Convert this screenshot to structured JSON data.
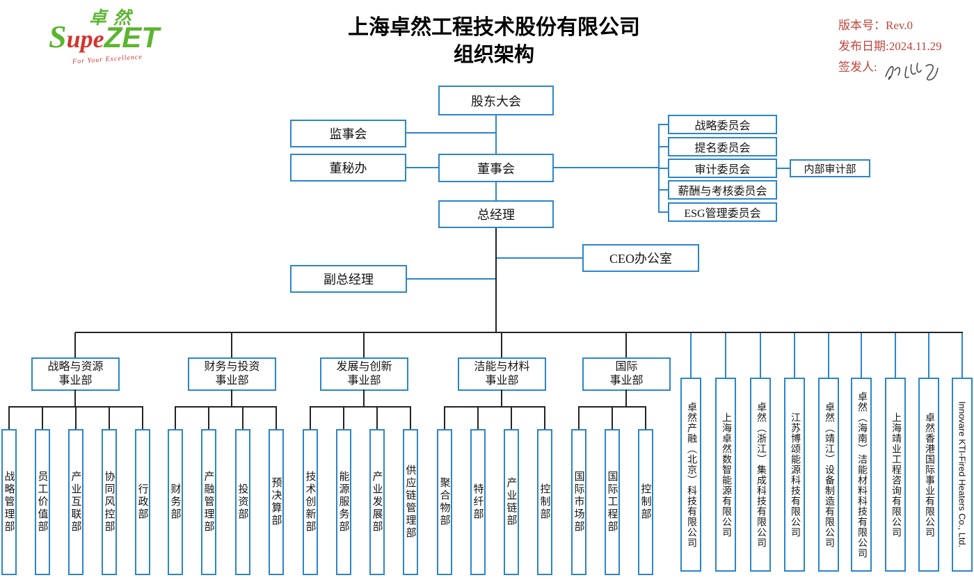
{
  "header": {
    "logo": {
      "cn": "卓然",
      "s": "S",
      "upe": "upe",
      "zet": "ZET",
      "tagline": "For Your Excellence"
    },
    "title_line1": "上海卓然工程技术股份有限公司",
    "title_line2": "组织架构",
    "meta": {
      "version": "版本号：Rev.0",
      "date": "发布日期:2024.11.29",
      "signer_label": "签发人:"
    }
  },
  "nodes": {
    "shareholders": "股东大会",
    "supervisory_board": "监事会",
    "board_secretary_office": "董秘办",
    "board": "董事会",
    "general_manager": "总经理",
    "committees": [
      "战略委员会",
      "提名委员会",
      "审计委员会",
      "薪酬与考核委员会",
      "ESG管理委员会"
    ],
    "internal_audit": "内部审计部",
    "ceo_office": "CEO办公室",
    "deputy_general_manager": "副总经理",
    "divisions": [
      {
        "line1": "战略与资源",
        "line2": "事业部",
        "departments": [
          "战略管理部",
          "员工价值部",
          "产业互联部",
          "协同风控部",
          "行政部"
        ]
      },
      {
        "line1": "财务与投资",
        "line2": "事业部",
        "departments": [
          "财务部",
          "产融管理部",
          "投资部",
          "预决算部"
        ]
      },
      {
        "line1": "发展与创新",
        "line2": "事业部",
        "departments": [
          "技术创新部",
          "能源服务部",
          "产业发展部",
          "供应链管理部"
        ]
      },
      {
        "line1": "洁能与材料",
        "line2": "事业部",
        "departments": [
          "聚合物部",
          "特纤部",
          "产业链部",
          "控制部"
        ]
      },
      {
        "line1": "国际",
        "line2": "事业部",
        "departments": [
          "国际市场部",
          "国际工程部",
          "控制部"
        ]
      }
    ],
    "subsidiaries": [
      "卓然产融（北京）科技有限公司",
      "上海卓然数智能源有限公司",
      "卓然（浙江）集成科技有限公司",
      "江苏博颂能源科技有限公司",
      "卓然（靖江）设备制造有限公司",
      "卓然（海南）洁能材料科技有限公司",
      "上海靖业工程咨询有限公司",
      "卓然香港国际事业有限公司",
      "Innovare KTI-Fired Heaters Co., Ltd."
    ]
  },
  "colors": {
    "line_blue": "#2b85c8",
    "line_black": "#232323",
    "brand_green": "#5cb531",
    "brand_red": "#d5342c",
    "meta_red": "#c0443c"
  }
}
